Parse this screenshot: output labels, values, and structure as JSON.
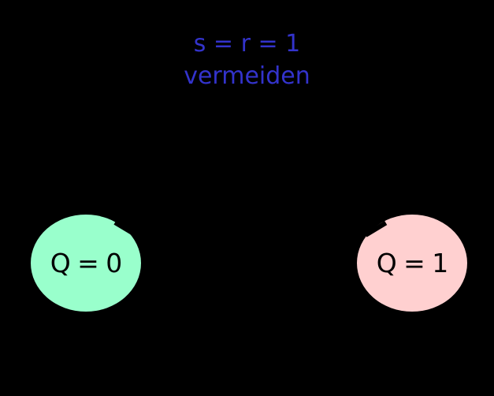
{
  "diagram": {
    "background_color": "#000000",
    "annotation": {
      "line1": "s = r = 1",
      "line2": "vermeiden",
      "color": "#3333CC"
    },
    "states": [
      {
        "id": "q0",
        "label": "Q = 0",
        "fill": "#99FFCC",
        "text_color": "#000000"
      },
      {
        "id": "q1",
        "label": "Q = 1",
        "fill": "#FFD0D0",
        "text_color": "#000000"
      }
    ]
  }
}
